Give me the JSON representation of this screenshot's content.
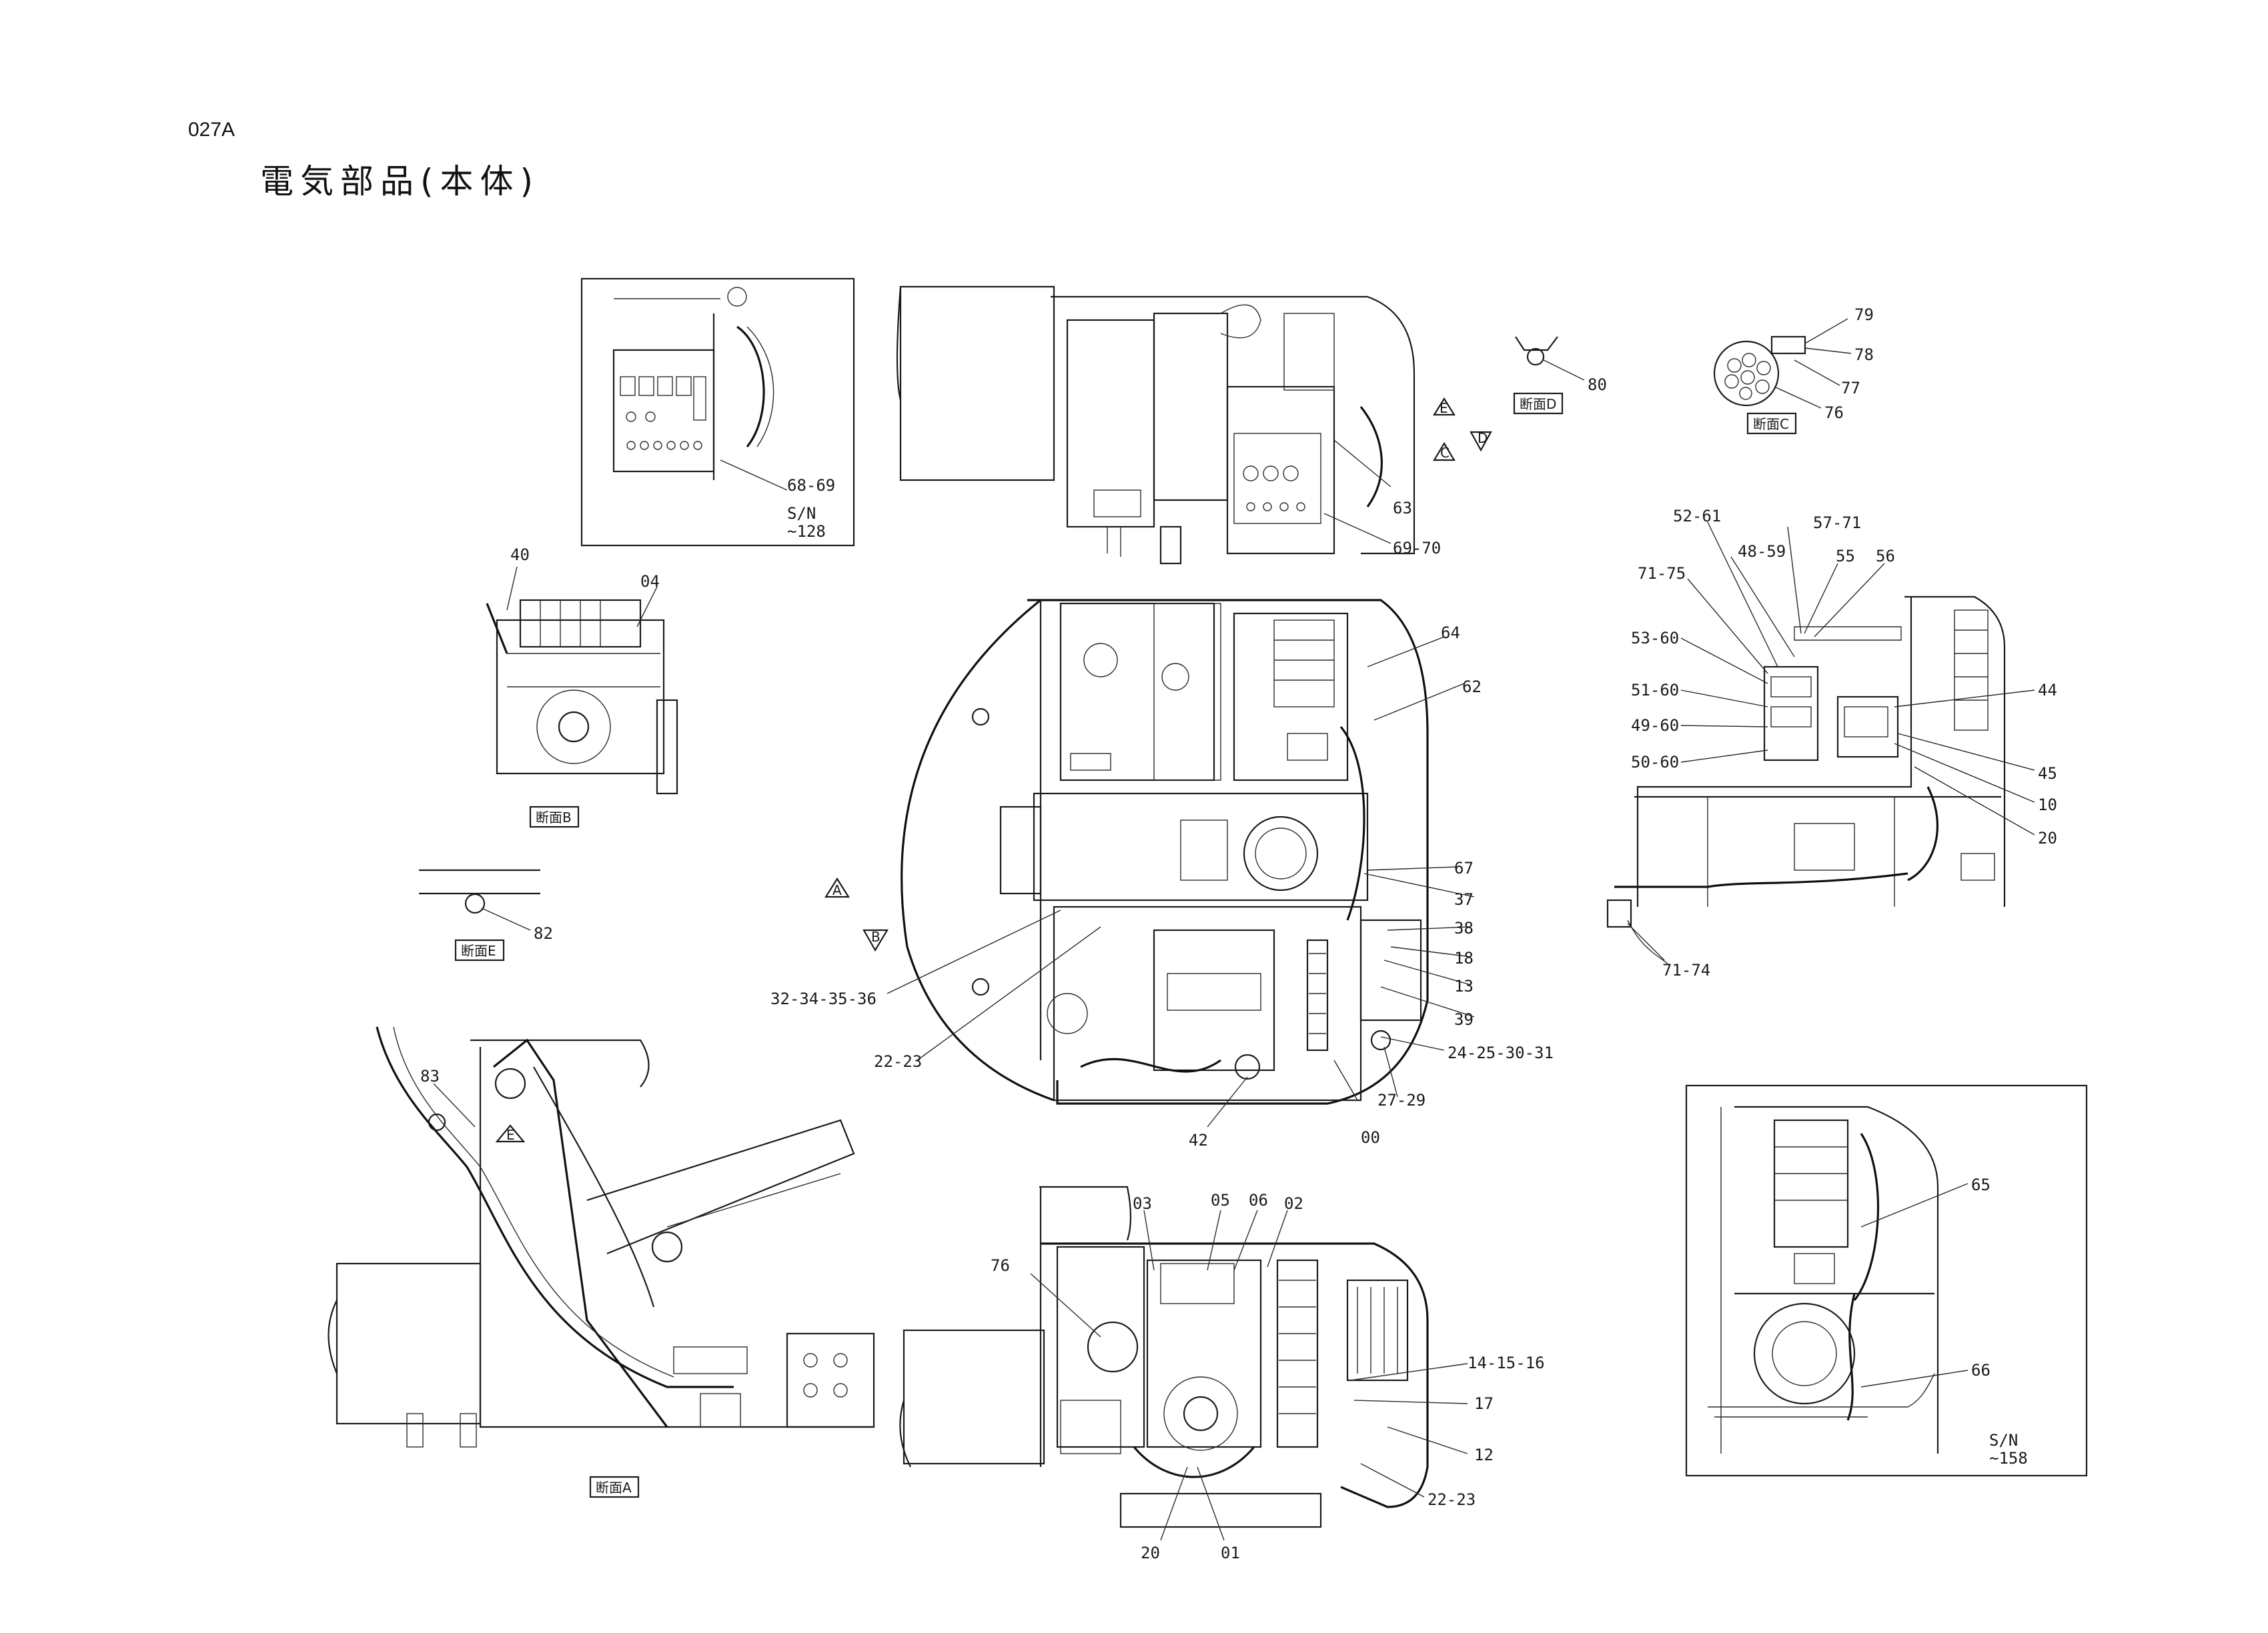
{
  "header": {
    "page_code": "027A",
    "title": "電気部品(本体)"
  },
  "sections": {
    "a": "断面A",
    "b": "断面B",
    "c": "断面C",
    "d": "断面D",
    "e": "断面E"
  },
  "serial_notes": {
    "top_inset": [
      "S/N",
      "~128"
    ],
    "bottom_inset": [
      "S/N",
      "~158"
    ]
  },
  "view_markers": [
    "A",
    "B",
    "C",
    "D",
    "E"
  ],
  "callouts": {
    "inset_68_69": "68-69",
    "p63": "63",
    "p69_70": "69-70",
    "p80": "80",
    "p79": "79",
    "p78": "78",
    "p77": "77",
    "p76c": "76",
    "p40": "40",
    "p04": "04",
    "p82": "82",
    "p64": "64",
    "p62": "62",
    "p67": "67",
    "p37": "37",
    "p38": "38",
    "p18": "18",
    "p13": "13",
    "p39": "39",
    "p24_31": "24-25-30-31",
    "p27_29": "27-29",
    "p00": "00",
    "p42": "42",
    "p22_23a": "22-23",
    "p32_36": "32-34-35-36",
    "p83": "83",
    "p52_61": "52-61",
    "p57_71": "57-71",
    "p48_59": "48-59",
    "p55": "55",
    "p56": "56",
    "p71_75": "71-75",
    "p53_60": "53-60",
    "p51_60": "51-60",
    "p49_60": "49-60",
    "p50_60": "50-60",
    "p44": "44",
    "p45": "45",
    "p10": "10",
    "p20r": "20",
    "p71_74": "71-74",
    "p65": "65",
    "p66": "66",
    "p03": "03",
    "p05": "05",
    "p06": "06",
    "p02": "02",
    "p76b": "76",
    "p14_16": "14-15-16",
    "p17": "17",
    "p12": "12",
    "p22_23b": "22-23",
    "p20b": "20",
    "p01": "01"
  }
}
